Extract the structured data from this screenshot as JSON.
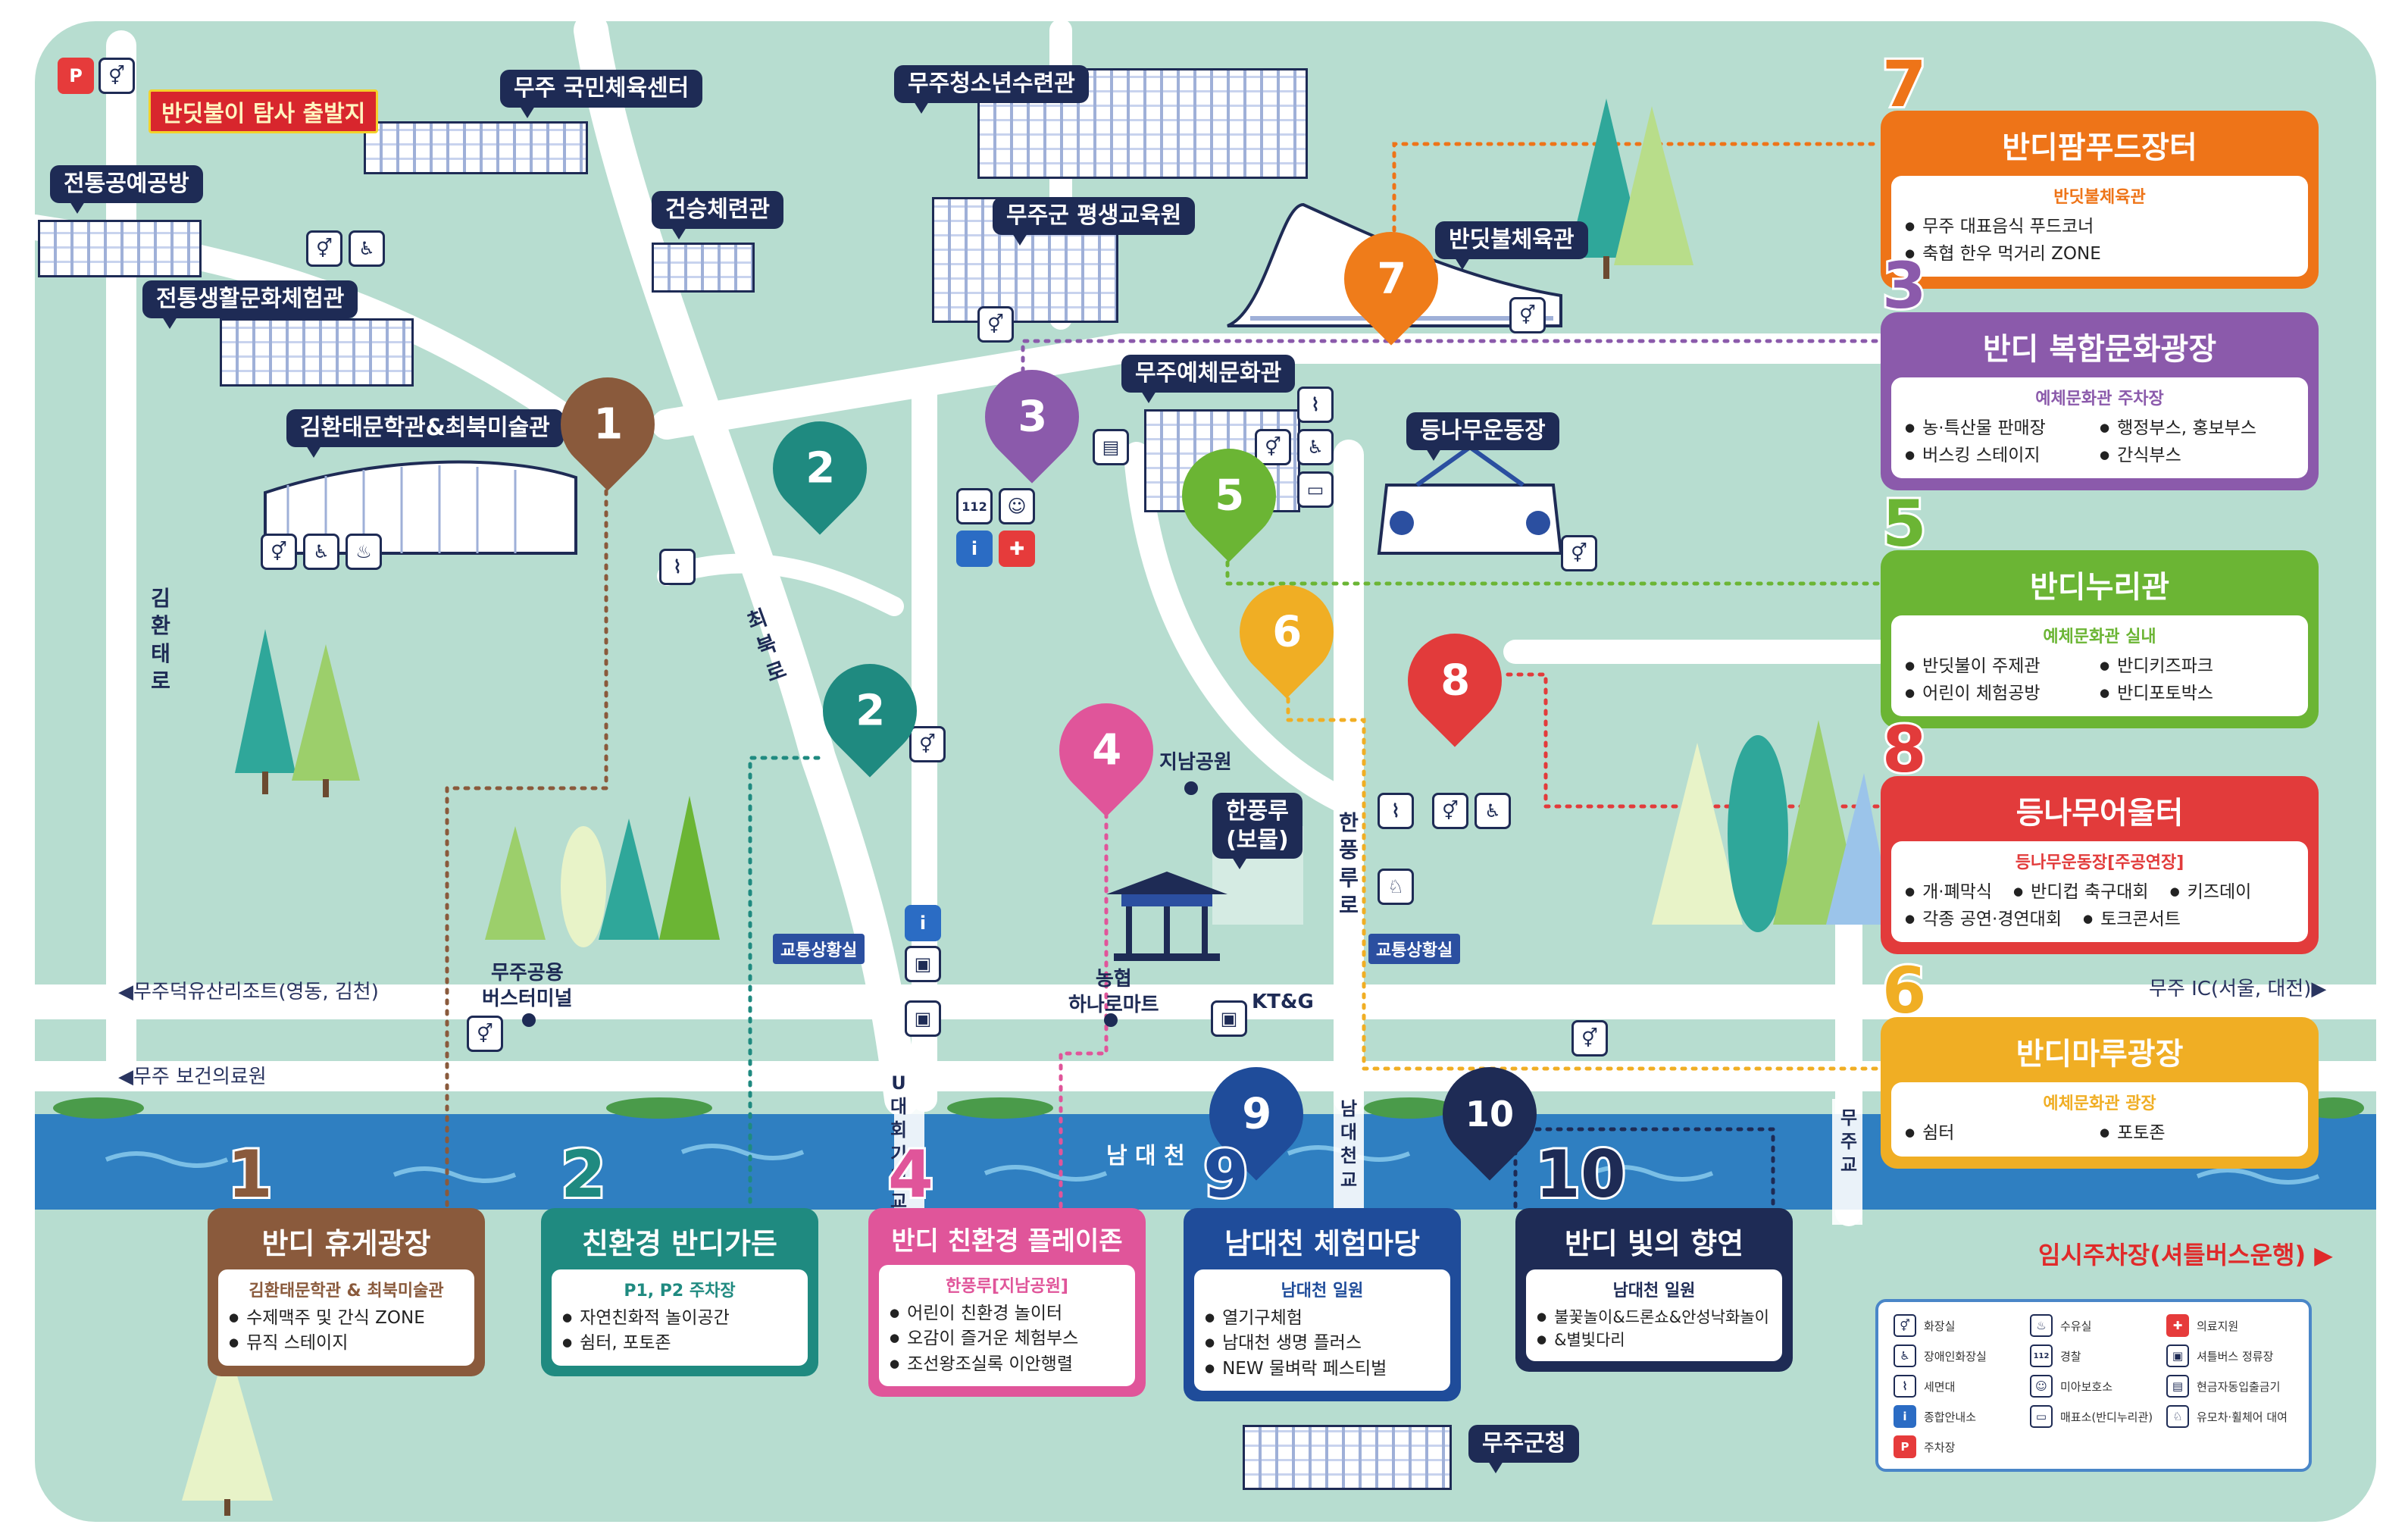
{
  "start_label": "반딧불이 탐사 출발지",
  "buildings": {
    "gym": "무주 국민체육센터",
    "youth": "무주청소년수련관",
    "craft": "전통공예공방",
    "geonseung": "건승체련관",
    "lifelong": "무주군 평생교육원",
    "bandi_gym": "반딧불체육관",
    "culture_exp": "전통생활문화체험관",
    "museum": "김환태문학관&최북미술관",
    "arts": "무주예체문화관",
    "stadium": "등나무운동장",
    "pavilion": "한풍루\n(보물)",
    "county": "무주군청"
  },
  "places": {
    "park": "지남공원",
    "bus_terminal": "무주공용\n버스터미널",
    "mart": "농협\n하나로마트",
    "ktg": "KT&G",
    "traffic1": "교통상황실",
    "traffic2": "교통상황실",
    "river": "남 대 천",
    "temp_parking": "임시주차장(셔틀버스운행) ▶"
  },
  "roads": {
    "kimhwantae": "김환태로",
    "choibuk": "최북로",
    "hanpung": "한풍루로",
    "u_bridge": "U대회기념교",
    "namdae_bridge": "남대천교",
    "muju_bridge": "무주교",
    "west1": "◀무주덕유산리조트(영동, 김천)",
    "west2": "◀무주 보건의료원",
    "east1": "무주 IC(서울, 대전)▶"
  },
  "pins": [
    {
      "num": "1",
      "color": "#8a5a3c"
    },
    {
      "num": "2",
      "color": "#1f8a80"
    },
    {
      "num": "2",
      "color": "#1f8a80"
    },
    {
      "num": "3",
      "color": "#8b5aab"
    },
    {
      "num": "4",
      "color": "#e0559a"
    },
    {
      "num": "5",
      "color": "#6bb534"
    },
    {
      "num": "6",
      "color": "#f0ae24"
    },
    {
      "num": "7",
      "color": "#ef7c1a"
    },
    {
      "num": "8",
      "color": "#e23b3b"
    },
    {
      "num": "9",
      "color": "#1f4c9a"
    },
    {
      "num": "10",
      "color": "#1e2b55"
    }
  ],
  "right_cards": [
    {
      "num": "7",
      "color": "#ee7418",
      "title": "반디팜푸드장터",
      "sub": "반딧불체육관",
      "items": [
        "무주 대표음식 푸드코너",
        "축협 한우 먹거리 ZONE"
      ]
    },
    {
      "num": "3",
      "color": "#8b5aab",
      "title": "반디 복합문화광장",
      "sub": "예체문화관 주차장",
      "items": [
        "농·특산물 판매장",
        "행정부스, 홍보부스",
        "버스킹 스테이지",
        "간식부스"
      ]
    },
    {
      "num": "5",
      "color": "#6bb534",
      "title": "반디누리관",
      "sub": "예체문화관 실내",
      "items": [
        "반딧불이 주제관",
        "반디키즈파크",
        "어린이 체험공방",
        "반디포토박스"
      ]
    },
    {
      "num": "8",
      "color": "#e23b3b",
      "title": "등나무어울터",
      "sub": "등나무운동장[주공연장]",
      "items": [
        "개·폐막식",
        "반디컵 축구대회",
        "키즈데이",
        "각종 공연·경연대회",
        "토크콘서트"
      ]
    },
    {
      "num": "6",
      "color": "#f0ae24",
      "title": "반디마루광장",
      "sub": "예체문화관 광장",
      "items": [
        "쉼터",
        "포토존"
      ]
    }
  ],
  "bottom_cards": [
    {
      "num": "1",
      "color": "#8a5a3c",
      "title": "반디 휴게광장",
      "sub": "김환태문학관 & 최북미술관",
      "items": [
        "수제맥주 및 간식 ZONE",
        "뮤직 스테이지"
      ]
    },
    {
      "num": "2",
      "color": "#1f8a80",
      "title": "친환경 반디가든",
      "sub": "P1, P2 주차장",
      "items": [
        "자연친화적 놀이공간",
        "쉼터, 포토존"
      ]
    },
    {
      "num": "4",
      "color": "#e0559a",
      "title": "반디 친환경 플레이존",
      "sub": "한풍루[지남공원]",
      "items": [
        "어린이 친환경 놀이터",
        "오감이 즐거운 체험부스",
        "조선왕조실록 이안행렬"
      ]
    },
    {
      "num": "9",
      "color": "#1f4c9a",
      "title": "남대천 체험마당",
      "sub": "남대천 일원",
      "items": [
        "열기구체험",
        "남대천 생명 플러스",
        "NEW 물벼락 페스티벌"
      ]
    },
    {
      "num": "10",
      "color": "#1e2b55",
      "title": "반디 빛의 향연",
      "sub": "남대천 일원",
      "items": [
        "불꽃놀이&드론쇼&안성낙화놀이",
        "&별빛다리"
      ]
    }
  ],
  "legend": [
    {
      "icon": "restroom-icon",
      "label": "화장실"
    },
    {
      "icon": "faucet-icon",
      "label": "수유실"
    },
    {
      "icon": "first-aid-icon",
      "label": "의료지원"
    },
    {
      "icon": "wheelchair-icon",
      "label": "장애인화장실"
    },
    {
      "icon": "police-icon",
      "label": "경찰"
    },
    {
      "icon": "bus-icon",
      "label": "셔틀버스 정류장"
    },
    {
      "icon": "wash-icon",
      "label": "세면대"
    },
    {
      "icon": "lost-child-icon",
      "label": "미아보호소"
    },
    {
      "icon": "atm-icon",
      "label": "현금자동입출금기"
    },
    {
      "icon": "info-icon",
      "label": "종합안내소"
    },
    {
      "icon": "ticket-icon",
      "label": "매표소(반디누리관)"
    },
    {
      "icon": "stroller-icon",
      "label": "유모차·휠체어 대여"
    },
    {
      "icon": "parking-icon",
      "label": "주차장"
    }
  ],
  "colors": {
    "bg": "#b7ddd0",
    "road": "#ffffff",
    "river": "#2f7fc1",
    "navy": "#1e2b55"
  }
}
